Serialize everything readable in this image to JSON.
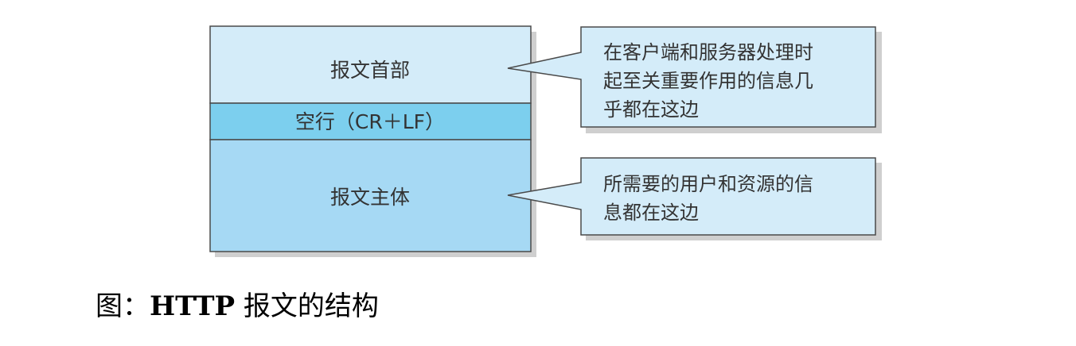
{
  "diagram": {
    "sections": [
      {
        "label": "报文首部",
        "color": "#d4ecf9"
      },
      {
        "label": "空行（CR＋LF）",
        "color": "#7ccfee"
      },
      {
        "label": "报文主体",
        "color": "#a6d9f4"
      }
    ],
    "callouts": [
      {
        "lines": [
          "在客户端和服务器处理时",
          "起至关重要作用的信息几",
          "乎都在这边"
        ]
      },
      {
        "lines": [
          "所需要的用户和资源的信",
          "息都在这边"
        ]
      }
    ],
    "colors": {
      "border": "#4a4a4a",
      "callout_fill": "#d4ecf9",
      "shadow": "#c8c8c8",
      "text": "#333333"
    }
  },
  "caption": {
    "prefix": "图：",
    "bold": "HTTP",
    "suffix": " 报文的结构"
  }
}
